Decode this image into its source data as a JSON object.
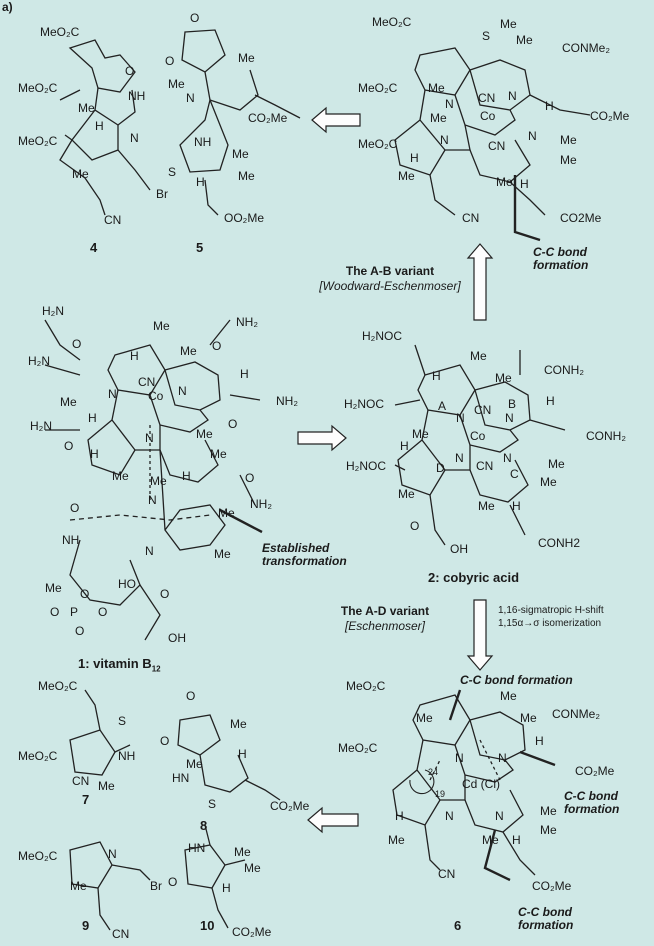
{
  "panel_label": "a)",
  "compounds": {
    "c4": "4",
    "c5": "5",
    "c1": "1: vitamin B",
    "c1_sub": "12",
    "c2": "2: cobyric acid",
    "c6": "6",
    "c7": "7",
    "c8": "8",
    "c9": "9",
    "c10": "10"
  },
  "variants": {
    "ab_title": "The A-B variant",
    "ab_sub": "[Woodward-Eschenmoser]",
    "ad_title": "The A-D variant",
    "ad_sub": "[Eschenmoser]",
    "ad_note1": "1,16-sigmatropic H-shift",
    "ad_note2": "1,15α→σ isomerization"
  },
  "notes": {
    "cc_bond": "C-C bond",
    "formation": "formation",
    "cc_bond_formation": "C-C bond formation",
    "established": "Established",
    "transformation": "transformation"
  },
  "groups": {
    "meo2c": "MeO₂C",
    "co2me": "CO₂Me",
    "co2me_b": "CO2Me",
    "oco2me": "OO₂Me",
    "co2me_10": "CO₂Me",
    "me": "Me",
    "cn": "CN",
    "br": "Br",
    "s": "S",
    "o": "O",
    "n": "N",
    "nh": "NH",
    "h": "H",
    "hn": "HN",
    "conme2": "CONMe₂",
    "co": "Co",
    "h2n": "H₂N",
    "nh2": "NH₂",
    "h2noc": "H₂NOC",
    "conh2": "CONH₂",
    "conh2_b": "CONH2",
    "oh": "OH",
    "ho": "HO",
    "p": "P",
    "ring_a": "A",
    "ring_b": "B",
    "ring_c": "C",
    "ring_d": "D",
    "cd_cl": "Cd (Cl)",
    "n19": "19",
    "n24": "24"
  }
}
